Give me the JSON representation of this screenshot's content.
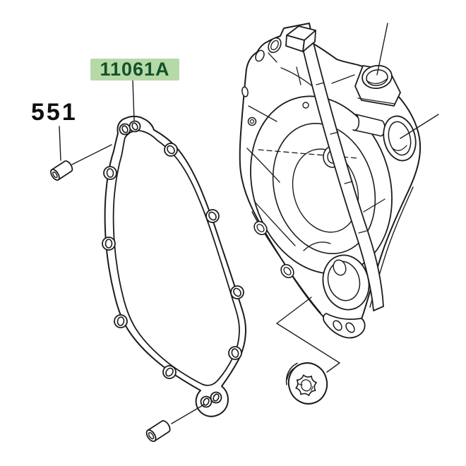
{
  "diagram": {
    "type": "exploded-parts-diagram",
    "background_color": "#ffffff",
    "line_color": "#1c1c1c",
    "highlight": {
      "background": "#b6d9a8",
      "text_color": "#14522a"
    },
    "labels": [
      {
        "id": "11061A",
        "text": "11061A",
        "highlighted": true
      },
      {
        "id": "551",
        "text": "551",
        "highlighted": false
      }
    ]
  }
}
